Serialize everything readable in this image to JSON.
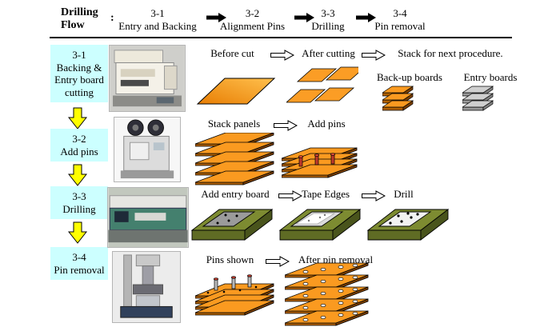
{
  "colors": {
    "panel_orange": "#FA9A20",
    "panel_orange_edge": "#B06000",
    "step_box_cyan": "#CCFFFF",
    "arrow_yellow": "#FFFF00",
    "slab_olive": "#7D8B31",
    "entry_board_gray": "#C9C9C9"
  },
  "header": {
    "title": "Drilling\nFlow",
    "separator": ":",
    "steps": [
      {
        "num": "3-1",
        "label": "Entry and Backing"
      },
      {
        "num": "3-2",
        "label": "Alignment Pins"
      },
      {
        "num": "3-3",
        "label": "Drilling"
      },
      {
        "num": "3-4",
        "label": "Pin removal"
      }
    ]
  },
  "sidebar": {
    "steps": [
      {
        "text": "3-1\nBacking &\nEntry board\ncutting"
      },
      {
        "text": "3-2\nAdd pins"
      },
      {
        "text": "3-3\nDrilling"
      },
      {
        "text": "3-4\nPin removal"
      }
    ]
  },
  "rows": {
    "cutting": {
      "before": "Before cut",
      "after": "After cutting",
      "stack": "Stack for next procedure.",
      "backup": "Back-up boards",
      "entry": "Entry boards"
    },
    "pins": {
      "stack": "Stack panels",
      "add": "Add pins"
    },
    "drilling": {
      "add_entry": "Add entry board",
      "tape": "Tape Edges",
      "drill": "Drill"
    },
    "removal": {
      "shown": "Pins shown",
      "after": "After pin removal"
    }
  },
  "images": {
    "photo1": "board-cutting-machine-photo",
    "photo2": "pin-insertion-machine-photo",
    "photo3": "drilling-machine-photo",
    "photo4": "pin-removal-machine-photo"
  }
}
